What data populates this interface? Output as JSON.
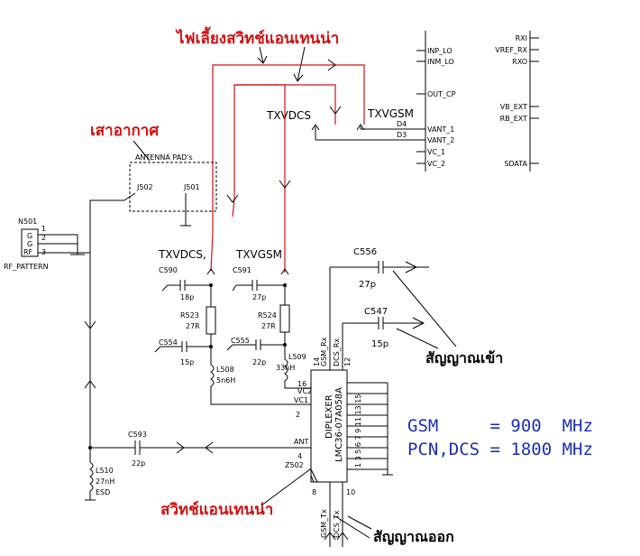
{
  "annotations": {
    "antenna_switch_supply": "ไฟเลี้ยงสวิทช์แอนเทนน่า",
    "antenna": "เสาอากาศ",
    "antenna_switch": "สวิทช์แอนเทนน่า",
    "signal_in": "สัญญาณเข้า",
    "signal_out": "สัญญาณออก"
  },
  "frequencies": {
    "gsm": "GSM     = 900  MHz",
    "pcn": "PCN,DCS = 1800 MHz"
  },
  "ic_left_pins": [
    "INP_LO",
    "INM_LO",
    "OUT_CP",
    "VANT_1",
    "VANT_2",
    "VC_1",
    "VC_2"
  ],
  "ic_right_pins": [
    "RXI",
    "VREF_RX",
    "RXO",
    "VB_EXT",
    "RB_EXT",
    "SDATA"
  ],
  "net_labels": {
    "d4": "D4",
    "d3": "D3",
    "txvdcs_top": "TXVDCS",
    "txvgsm_top": "TXVGSM",
    "txvdcs_mid": "TXVDCS,",
    "txvgsm_mid": "TXVGSM"
  },
  "antenna_pads": {
    "label": "ANTENNA PAD's",
    "j502": "J502",
    "j501": "J501"
  },
  "n501": {
    "ref": "N501",
    "pins": [
      "1",
      "2",
      "3"
    ],
    "letters": [
      "G",
      "G",
      "RF"
    ],
    "name": "RF_PATTERN"
  },
  "components": {
    "c590": {
      "ref": "C590",
      "val": "18p"
    },
    "c591": {
      "ref": "C591",
      "val": "27p"
    },
    "r523": {
      "ref": "R523",
      "val": "27R"
    },
    "r524": {
      "ref": "R524",
      "val": "27R"
    },
    "c554": {
      "ref": "C554",
      "val": "15p"
    },
    "c555": {
      "ref": "C555",
      "val": "22p"
    },
    "l508": {
      "ref": "L508",
      "val": "5n6H"
    },
    "l509": {
      "ref": "L509",
      "val": "33nH"
    },
    "c556": {
      "ref": "C556",
      "val": "27p"
    },
    "c547": {
      "ref": "C547",
      "val": "15p"
    },
    "c593": {
      "ref": "C593",
      "val": "22p"
    },
    "l510": {
      "ref": "L510",
      "val": "27nH",
      "note": "ESD"
    }
  },
  "diplexer": {
    "ref": "Z502",
    "part": "DIPLEXER",
    "code": "LMC36-07A058A",
    "pins_left": {
      "ant": "ANT",
      "vc1": "VC1",
      "vc2": "VC2"
    },
    "pin_nums": {
      "p2": "2",
      "p4": "4",
      "p16": "16",
      "p14": "14",
      "p12": "12",
      "p8": "8",
      "p10": "10"
    },
    "top_nets": [
      "GSM_Rx",
      "DCS_Rx"
    ],
    "bottom_nets": [
      "GSM_Tx",
      "DCS_Tx"
    ],
    "gnd_pins": "1 3 5 6 7 9 11 13 15"
  }
}
